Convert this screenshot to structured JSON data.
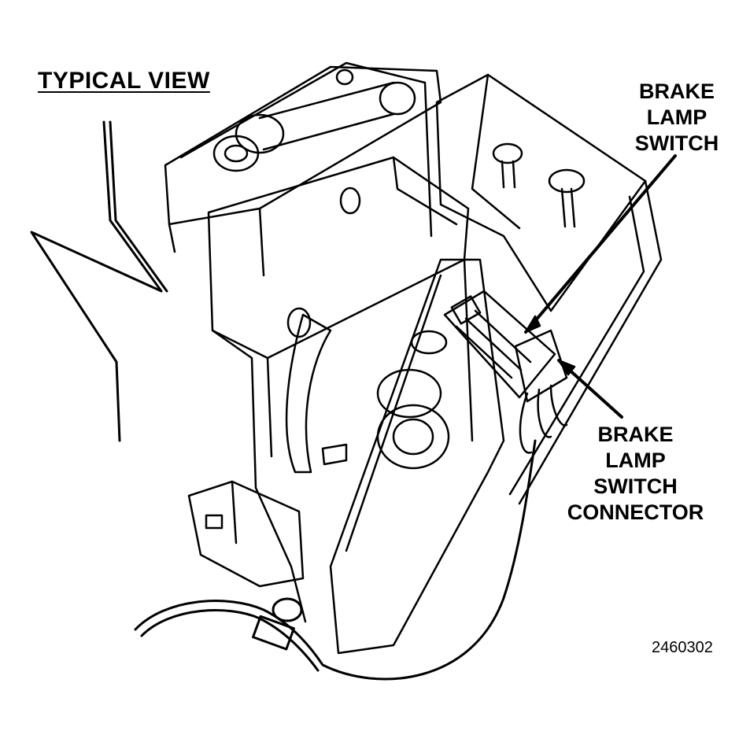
{
  "view_title": "TYPICAL VIEW",
  "callouts": {
    "switch": [
      "BRAKE",
      "LAMP",
      "SWITCH"
    ],
    "connector": [
      "BRAKE",
      "LAMP",
      "SWITCH",
      "CONNECTOR"
    ]
  },
  "figure_id": "2460302",
  "colors": {
    "ink": "#000000",
    "paper": "#ffffff"
  }
}
